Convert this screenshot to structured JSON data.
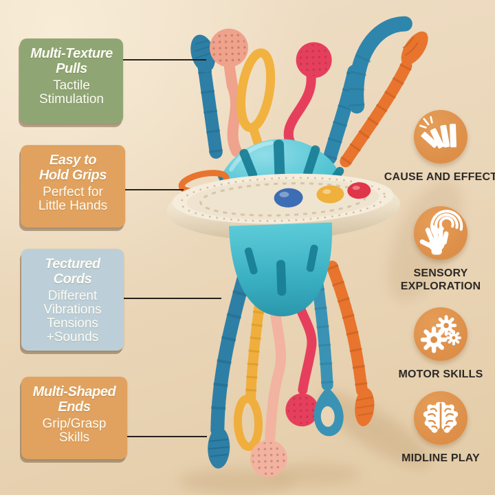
{
  "palette": {
    "background_top": "#efdec6",
    "background_bottom": "#e3cba6",
    "callout_green": "#8fa674",
    "callout_orange": "#e1a25f",
    "callout_blue": "#bccfd8",
    "callout_text": "#fdfcf4",
    "icon_circle": "#dd8f49",
    "icon_glyph": "#ffffff",
    "benefit_label_text": "#2c2925",
    "connector_line": "#26211a",
    "toy_dome_teal": "#55c5d4",
    "toy_saucer_cream": "#f5ecdb",
    "toy_cord_blue": "#2e7fa6",
    "toy_cord_blue_light": "#3a93b5",
    "toy_cord_salmon": "#efa28c",
    "toy_cord_pink": "#f2b3a0",
    "toy_cord_red": "#e63f5e",
    "toy_cord_orange": "#e8742e",
    "toy_cord_yellow": "#f0ae3d",
    "toy_bead_blue": "#3d6db4",
    "toy_bead_yellow": "#efb03c",
    "toy_bead_red": "#e0364a"
  },
  "toy": {
    "name": "ufo-pull-string-sensory-toy",
    "parts": [
      "teal-dome-with-slots",
      "cream-saucer-ring",
      "textured-pull-cords",
      "silicone-beads",
      "loop-handles",
      "textured-disc-ends",
      "corn-shaped-ends",
      "teardrop-ring-end"
    ]
  },
  "callouts": [
    {
      "title": "Multi-Texture\nPulls",
      "description": "Tactile\nStimulation",
      "color": "green"
    },
    {
      "title": "Easy to\nHold Grips",
      "description": "Perfect for\nLittle Hands",
      "color": "orange"
    },
    {
      "title": "Tectured\nCords",
      "description": "Different\nVibrations\nTensions\n+Sounds",
      "color": "blue"
    },
    {
      "title": "Multi-Shaped\nEnds",
      "description": "Grip/Grasp\nSkills",
      "color": "orange"
    }
  ],
  "benefits": [
    {
      "icon": "dominoes-icon",
      "label": "CAUSE AND EFFECT"
    },
    {
      "icon": "hand-tap-icon",
      "label": "SENSORY\nEXPLORATION"
    },
    {
      "icon": "gears-icon",
      "label": "MOTOR SKILLS"
    },
    {
      "icon": "brain-icon",
      "label": "MIDLINE PLAY"
    }
  ]
}
